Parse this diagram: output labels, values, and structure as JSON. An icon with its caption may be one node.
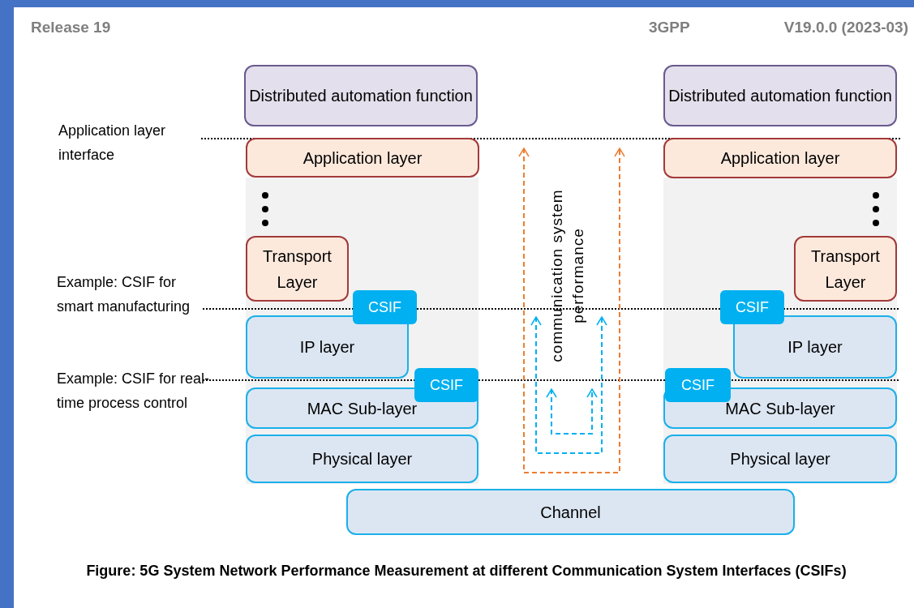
{
  "diagram": {
    "caption": "Figure: 5G System Network Performance Measurement at different Communication System Interfaces (CSIFs)",
    "nodes": [
      {
        "text": [
          "Distributed automation function"
        ]
      },
      {
        "text": [
          "Application layer"
        ]
      },
      {
        "text": [
          "Transport Layer"
        ]
      },
      {
        "text": [
          "CSIF"
        ]
      },
      {
        "text": [
          "IP layer"
        ]
      },
      {
        "text": [
          "CSIF"
        ]
      },
      {
        "text": [
          "MAC Sub-layer"
        ]
      },
      {
        "text": [
          "Physical layer"
        ]
      },
      {
        "text": [
          "Distributed automation function"
        ]
      },
      {
        "text": [
          "Application layer"
        ]
      },
      {
        "text": [
          "Transport Layer"
        ]
      },
      {
        "text": [
          "CSIF"
        ]
      },
      {
        "text": [
          "IP layer"
        ]
      },
      {
        "text": [
          "CSIF"
        ]
      },
      {
        "text": [
          "MAC Sub-layer"
        ]
      },
      {
        "text": [
          "Physical layer"
        ]
      },
      {
        "text": [
          "Channel"
        ]
      }
    ],
    "labels": [
      "Release 19",
      "3GPP",
      "V19.0.0 (2023-03)",
      "Application layer interface",
      "Example: CSIF for smart manufacturing",
      "Example: CSIF for real-time process control",
      "communication system performance"
    ]
  }
}
